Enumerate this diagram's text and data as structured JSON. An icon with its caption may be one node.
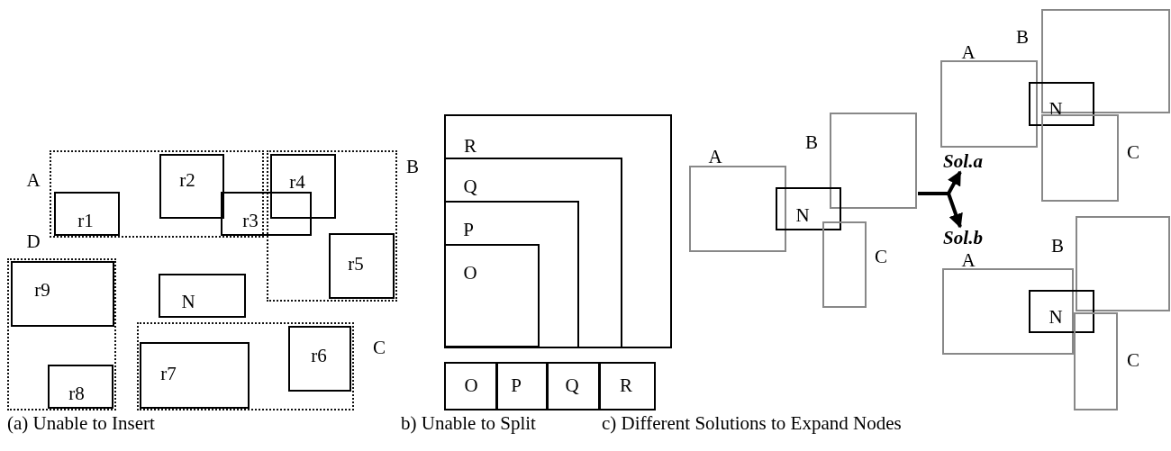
{
  "diagram": {
    "nodes": [
      {
        "text": [
          "A"
        ]
      },
      {
        "text": [
          "r1"
        ],
        "in": 0
      },
      {
        "text": [
          "r2"
        ],
        "in": 0
      },
      {
        "text": [
          "B"
        ]
      },
      {
        "text": [
          "r3"
        ]
      },
      {
        "text": [
          "r4"
        ],
        "in": 3
      },
      {
        "text": [
          "r5"
        ],
        "in": 3
      },
      {
        "text": [
          "D"
        ]
      },
      {
        "text": [
          "r9"
        ],
        "in": 7
      },
      {
        "text": [
          "N"
        ]
      },
      {
        "text": [
          "C"
        ]
      },
      {
        "text": [
          "r7"
        ],
        "in": 10
      },
      {
        "text": [
          "r6"
        ],
        "in": 10
      },
      {
        "text": [
          "r8"
        ],
        "in": 7
      },
      {
        "text": [
          "R"
        ]
      },
      {
        "text": [
          "Q"
        ],
        "in": 14
      },
      {
        "text": [
          "P"
        ],
        "in": 15
      },
      {
        "text": [
          "O"
        ],
        "in": 16
      },
      {
        "text": [
          "O"
        ]
      },
      {
        "text": [
          "P"
        ]
      },
      {
        "text": [
          "Q"
        ]
      },
      {
        "text": [
          "R"
        ]
      },
      {
        "text": [
          "A"
        ]
      },
      {
        "text": [
          "B"
        ]
      },
      {
        "text": [
          "N"
        ]
      },
      {
        "text": [
          "C"
        ]
      },
      {
        "text": [
          "Sol.a"
        ]
      },
      {
        "text": [
          "A"
        ]
      },
      {
        "text": [
          "B"
        ]
      },
      {
        "text": [
          "N"
        ]
      },
      {
        "text": [
          "C"
        ]
      },
      {
        "text": [
          "Sol.b"
        ]
      },
      {
        "text": [
          "A"
        ]
      },
      {
        "text": [
          "B"
        ]
      },
      {
        "text": [
          "N"
        ]
      },
      {
        "text": [
          "C"
        ]
      }
    ],
    "edges": [
      {
        "from": 23,
        "to": 26,
        "arrow": "to"
      },
      {
        "from": 23,
        "to": 31,
        "arrow": "to"
      }
    ],
    "labels": [
      "(a) Unable to Insert",
      "b) Unable to Split",
      "c) Different Solutions to Expand Nodes"
    ]
  }
}
